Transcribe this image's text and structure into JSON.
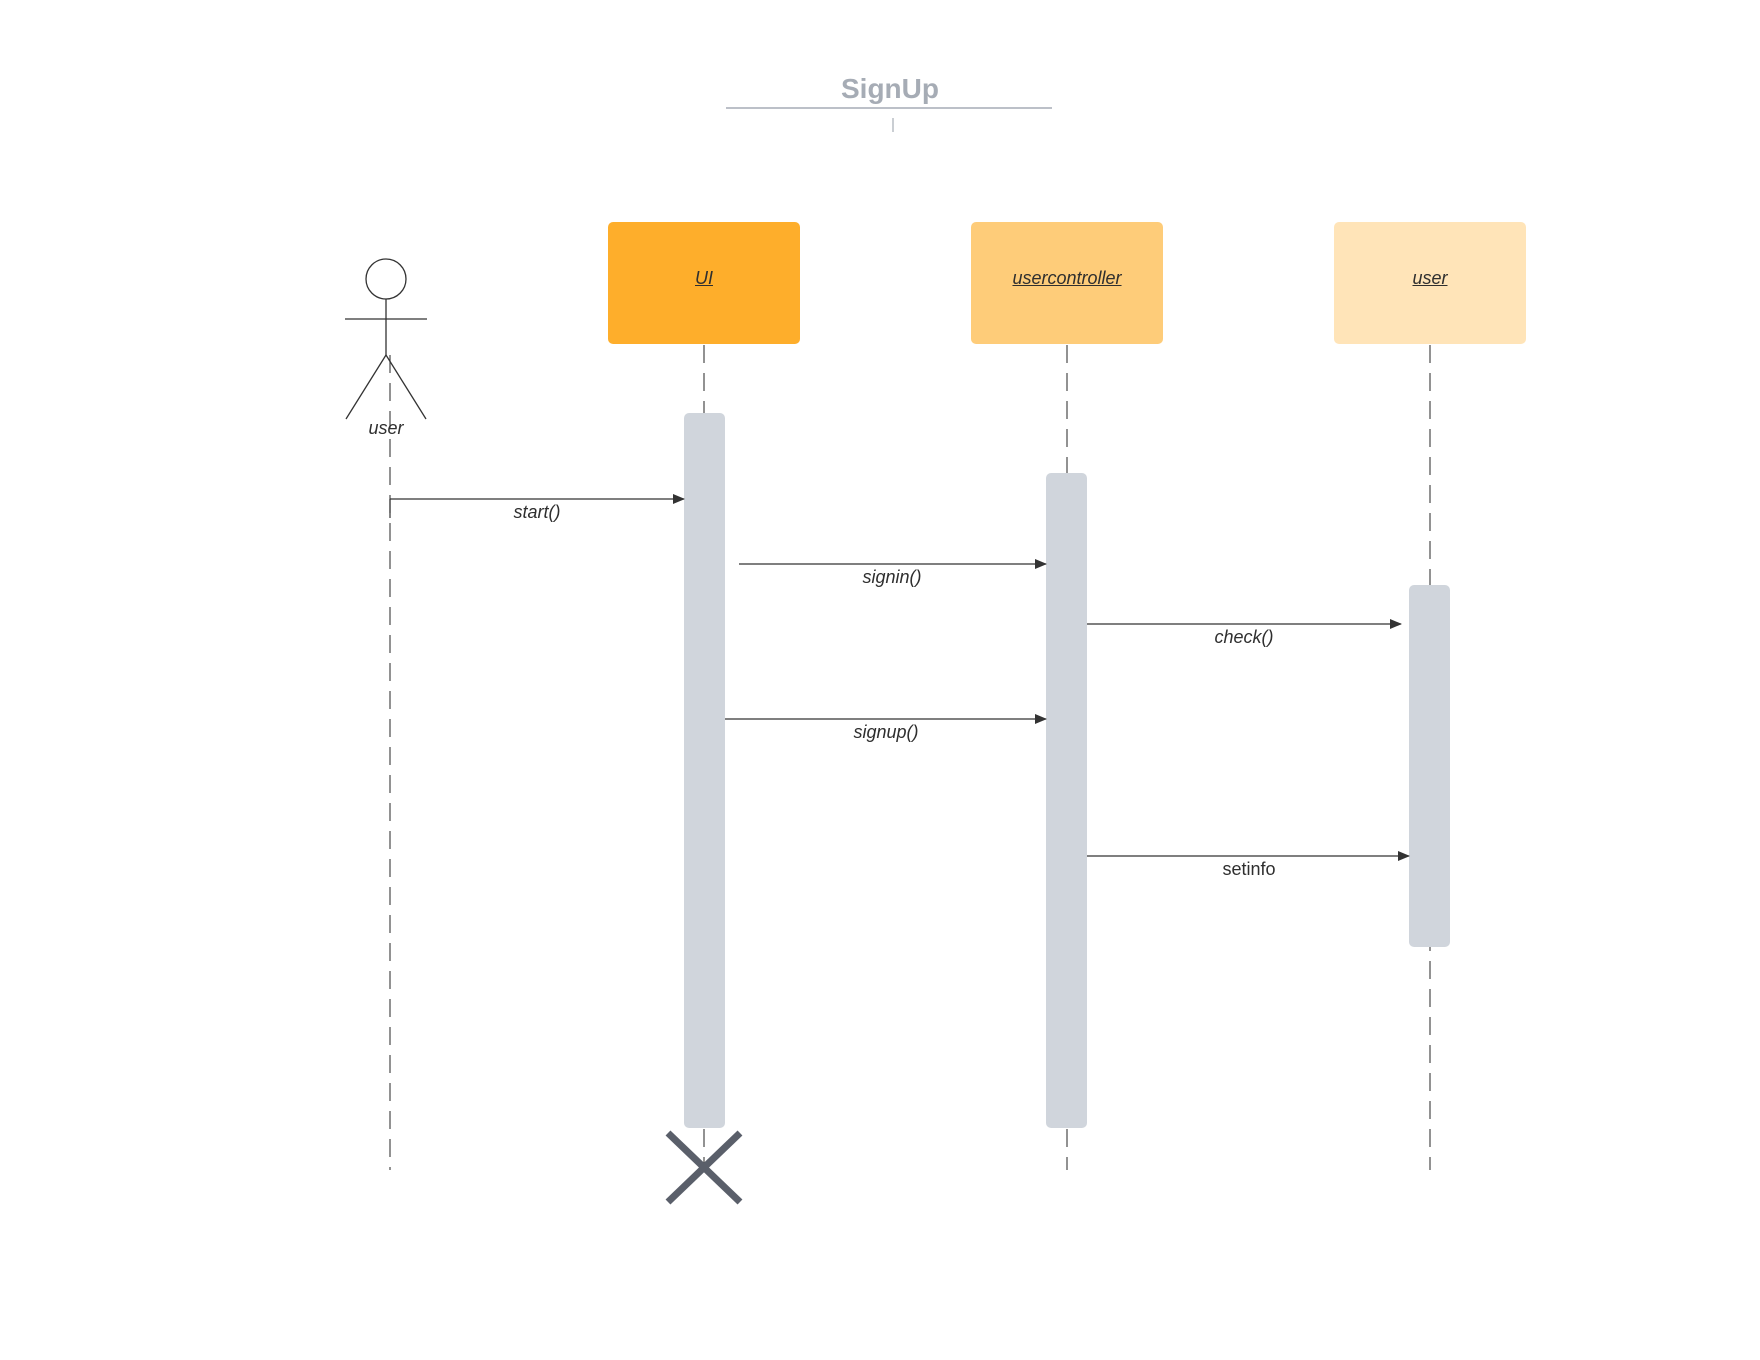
{
  "diagram": {
    "title": "SignUp",
    "actor": {
      "label": "user"
    },
    "participants": [
      {
        "id": "ui",
        "label": "UI",
        "color": "#feae2b"
      },
      {
        "id": "usercontroller",
        "label": "usercontroller",
        "color": "#fecc79"
      },
      {
        "id": "user",
        "label": "user",
        "color": "#ffe4b8"
      }
    ],
    "messages": [
      {
        "id": "start",
        "label": "start()",
        "from": "user (actor)",
        "to": "UI",
        "italic": true
      },
      {
        "id": "signin",
        "label": "signin()",
        "from": "UI",
        "to": "usercontroller",
        "italic": true
      },
      {
        "id": "check",
        "label": "check()",
        "from": "usercontroller",
        "to": "user",
        "italic": true
      },
      {
        "id": "signup",
        "label": "signup()",
        "from": "UI",
        "to": "usercontroller",
        "italic": true
      },
      {
        "id": "setinfo",
        "label": "setinfo",
        "from": "usercontroller",
        "to": "user",
        "italic": false
      }
    ],
    "destroy_marker_on": "UI",
    "colors": {
      "activation": "#d0d5dc",
      "lifeline": "#4a4a4a",
      "arrow": "#333333",
      "destroy": "#5a5f6a",
      "title": "#a6acb5"
    }
  }
}
